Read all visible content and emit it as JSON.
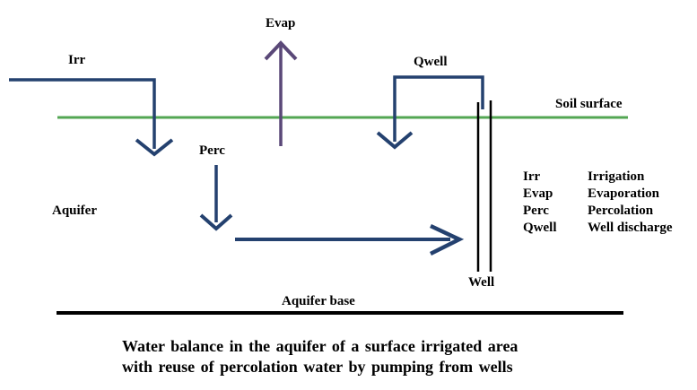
{
  "diagram": {
    "labels": {
      "irr": "Irr",
      "evap": "Evap",
      "qwell": "Qwell",
      "soil_surface": "Soil surface",
      "perc": "Perc",
      "aquifer": "Aquifer",
      "well": "Well",
      "aquifer_base": "Aquifer base"
    },
    "legend": {
      "items": [
        {
          "abbr": "Irr",
          "description": "Irrigation"
        },
        {
          "abbr": "Evap",
          "description": "Evaporation"
        },
        {
          "abbr": "Perc",
          "description": "Percolation"
        },
        {
          "abbr": "Qwell",
          "description": "Well discharge"
        }
      ]
    },
    "caption": {
      "line1": "Water balance in the aquifer of a surface irrigated area",
      "line2": "with reuse of percolation water by pumping from wells"
    },
    "colors": {
      "flow_arrow": "#24416f",
      "evap_arrow": "#5a4878",
      "soil_surface_line": "#53a653",
      "base_line": "#000000",
      "well_casing": "#000000"
    }
  }
}
